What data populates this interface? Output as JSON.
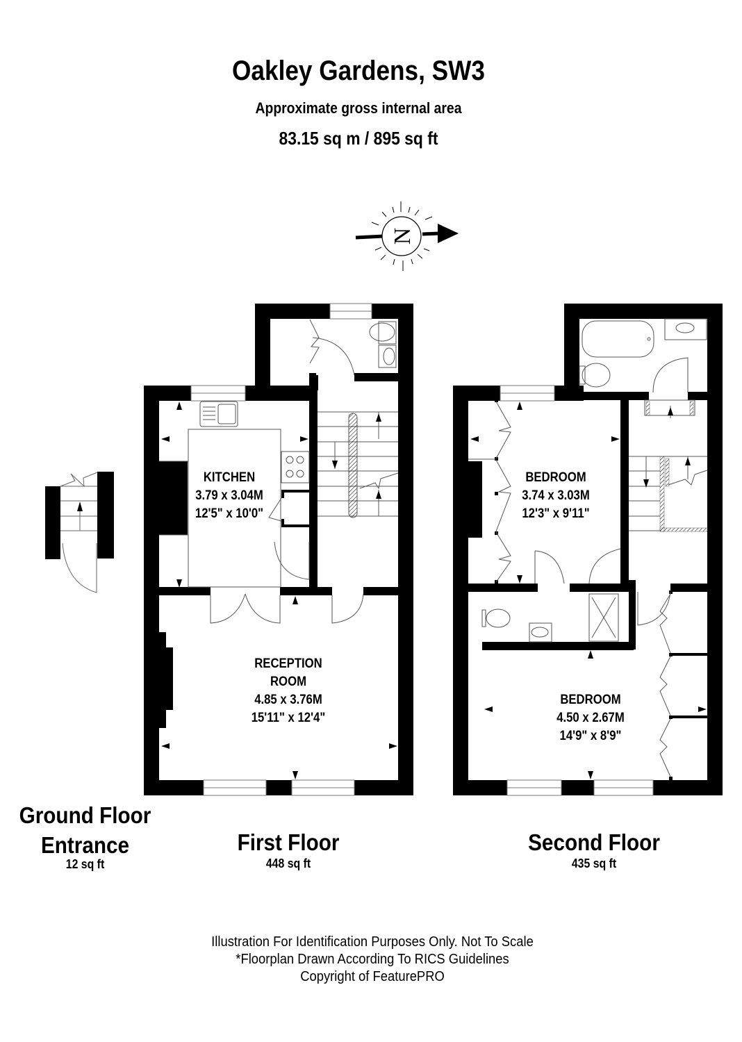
{
  "header": {
    "title": "Oakley Gardens, SW3",
    "subtitle": "Approximate gross internal area",
    "total_area": "83.15 sq m / 895 sq ft"
  },
  "compass": {
    "icon": "north-compass-icon",
    "letter": "N"
  },
  "floors": [
    {
      "name_line1": "Ground Floor",
      "name_line2": "Entrance",
      "area": "12 sq ft",
      "rooms": []
    },
    {
      "name": "First Floor",
      "area": "448 sq ft",
      "rooms": [
        {
          "name": "KITCHEN",
          "metric": "3.79 x 3.04M",
          "imperial": "12'5\" x 10'0\""
        },
        {
          "name_line1": "RECEPTION",
          "name_line2": "ROOM",
          "metric": "4.85 x 3.76M",
          "imperial": "15'11\" x 12'4\""
        }
      ]
    },
    {
      "name": "Second Floor",
      "area": "435 sq ft",
      "rooms": [
        {
          "name": "BEDROOM",
          "metric": "3.74 x 3.03M",
          "imperial": "12'3\" x 9'11\""
        },
        {
          "name": "BEDROOM",
          "metric": "4.50 x 2.67M",
          "imperial": "14'9\" x 8'9\""
        }
      ]
    }
  ],
  "footer": {
    "line1": "Illustration For Identification Purposes Only. Not To Scale",
    "line2": "*Floorplan Drawn According To RICS Guidelines",
    "line3": "Copyright of FeaturePRO"
  }
}
